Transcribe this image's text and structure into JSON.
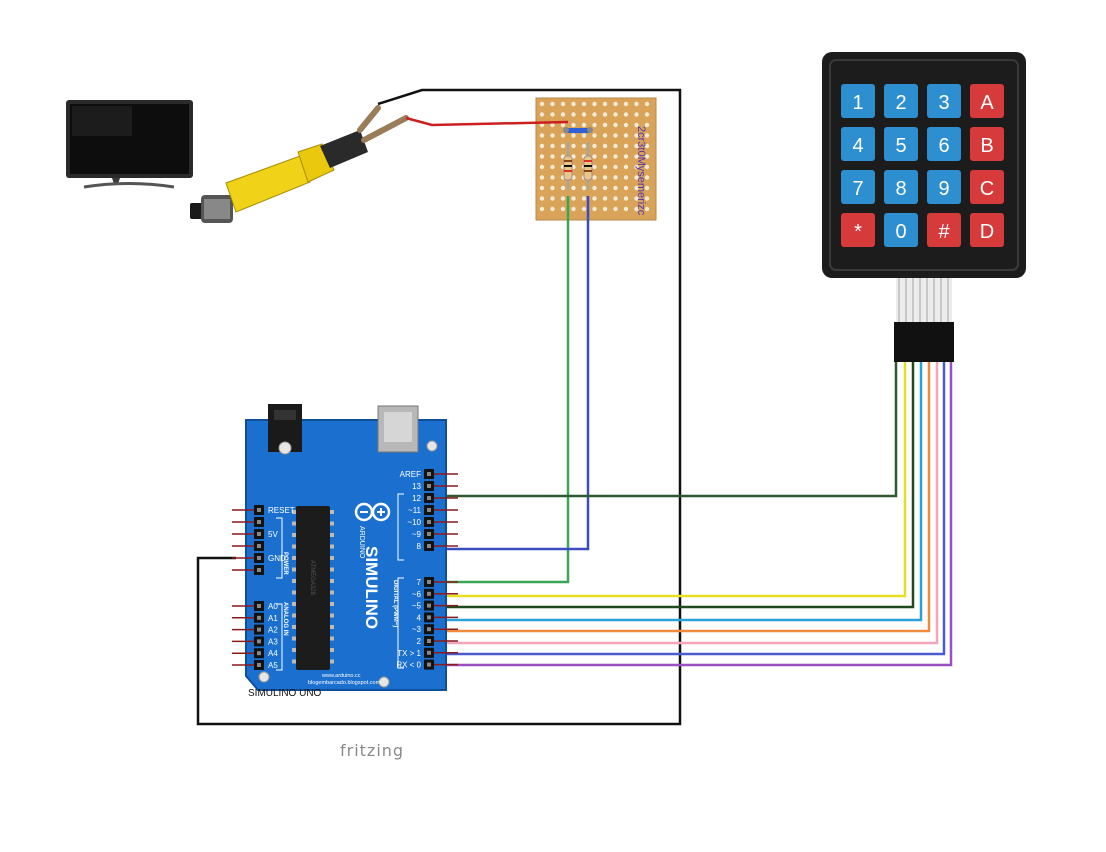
{
  "stripboard": {
    "label": "2cr3t0Mysemerizc"
  },
  "arduino": {
    "brand": "SIMULINO",
    "logo_text": "ARDUINO",
    "board_name": "SIMULINO UNO",
    "url_line1": "www.arduino.cc",
    "url_line2": "blogembarcado.blogspot.com",
    "power_header_labels": [
      "RESET",
      "5V",
      "GND"
    ],
    "power_group_label": "POWER",
    "analog_labels": [
      "A0",
      "A1",
      "A2",
      "A3",
      "A4",
      "A5"
    ],
    "analog_group_label": "ANALOG IN",
    "digital_high_labels": [
      "AREF",
      "13",
      "12",
      "~11",
      "~10",
      "~9",
      "8"
    ],
    "digital_low_labels": [
      "7",
      "~6",
      "~5",
      "4",
      "~3",
      "2",
      "TX > 1",
      "RX < 0"
    ],
    "digital_group_label": "DIGITAL (PWM~)",
    "chip_label": "ATMEGA328"
  },
  "keypad": {
    "keys": [
      {
        "label": "1",
        "color": "#2e8fd0"
      },
      {
        "label": "2",
        "color": "#2e8fd0"
      },
      {
        "label": "3",
        "color": "#2e8fd0"
      },
      {
        "label": "A",
        "color": "#d63a3a"
      },
      {
        "label": "4",
        "color": "#2e8fd0"
      },
      {
        "label": "5",
        "color": "#2e8fd0"
      },
      {
        "label": "6",
        "color": "#2e8fd0"
      },
      {
        "label": "B",
        "color": "#d63a3a"
      },
      {
        "label": "7",
        "color": "#2e8fd0"
      },
      {
        "label": "8",
        "color": "#2e8fd0"
      },
      {
        "label": "9",
        "color": "#2e8fd0"
      },
      {
        "label": "C",
        "color": "#d63a3a"
      },
      {
        "label": "*",
        "color": "#d63a3a"
      },
      {
        "label": "0",
        "color": "#2e8fd0"
      },
      {
        "label": "#",
        "color": "#d63a3a"
      },
      {
        "label": "D",
        "color": "#d63a3a"
      }
    ]
  },
  "wire_colors": {
    "pin13": "#2f5a2f",
    "pin9": "#3b4cc0",
    "pin7": "#3aa655",
    "pin6": "#e7e022",
    "pin5": "#1e4a1e",
    "pin4": "#2aa2d8",
    "pin3": "#f08a3c",
    "pin2": "#f4a6b8",
    "pin1": "#4a5ad0",
    "pin0": "#9b4fc0",
    "ground_loop": "#111111",
    "signal_red": "#cc2020"
  },
  "footer": {
    "tool": "fritzing"
  }
}
